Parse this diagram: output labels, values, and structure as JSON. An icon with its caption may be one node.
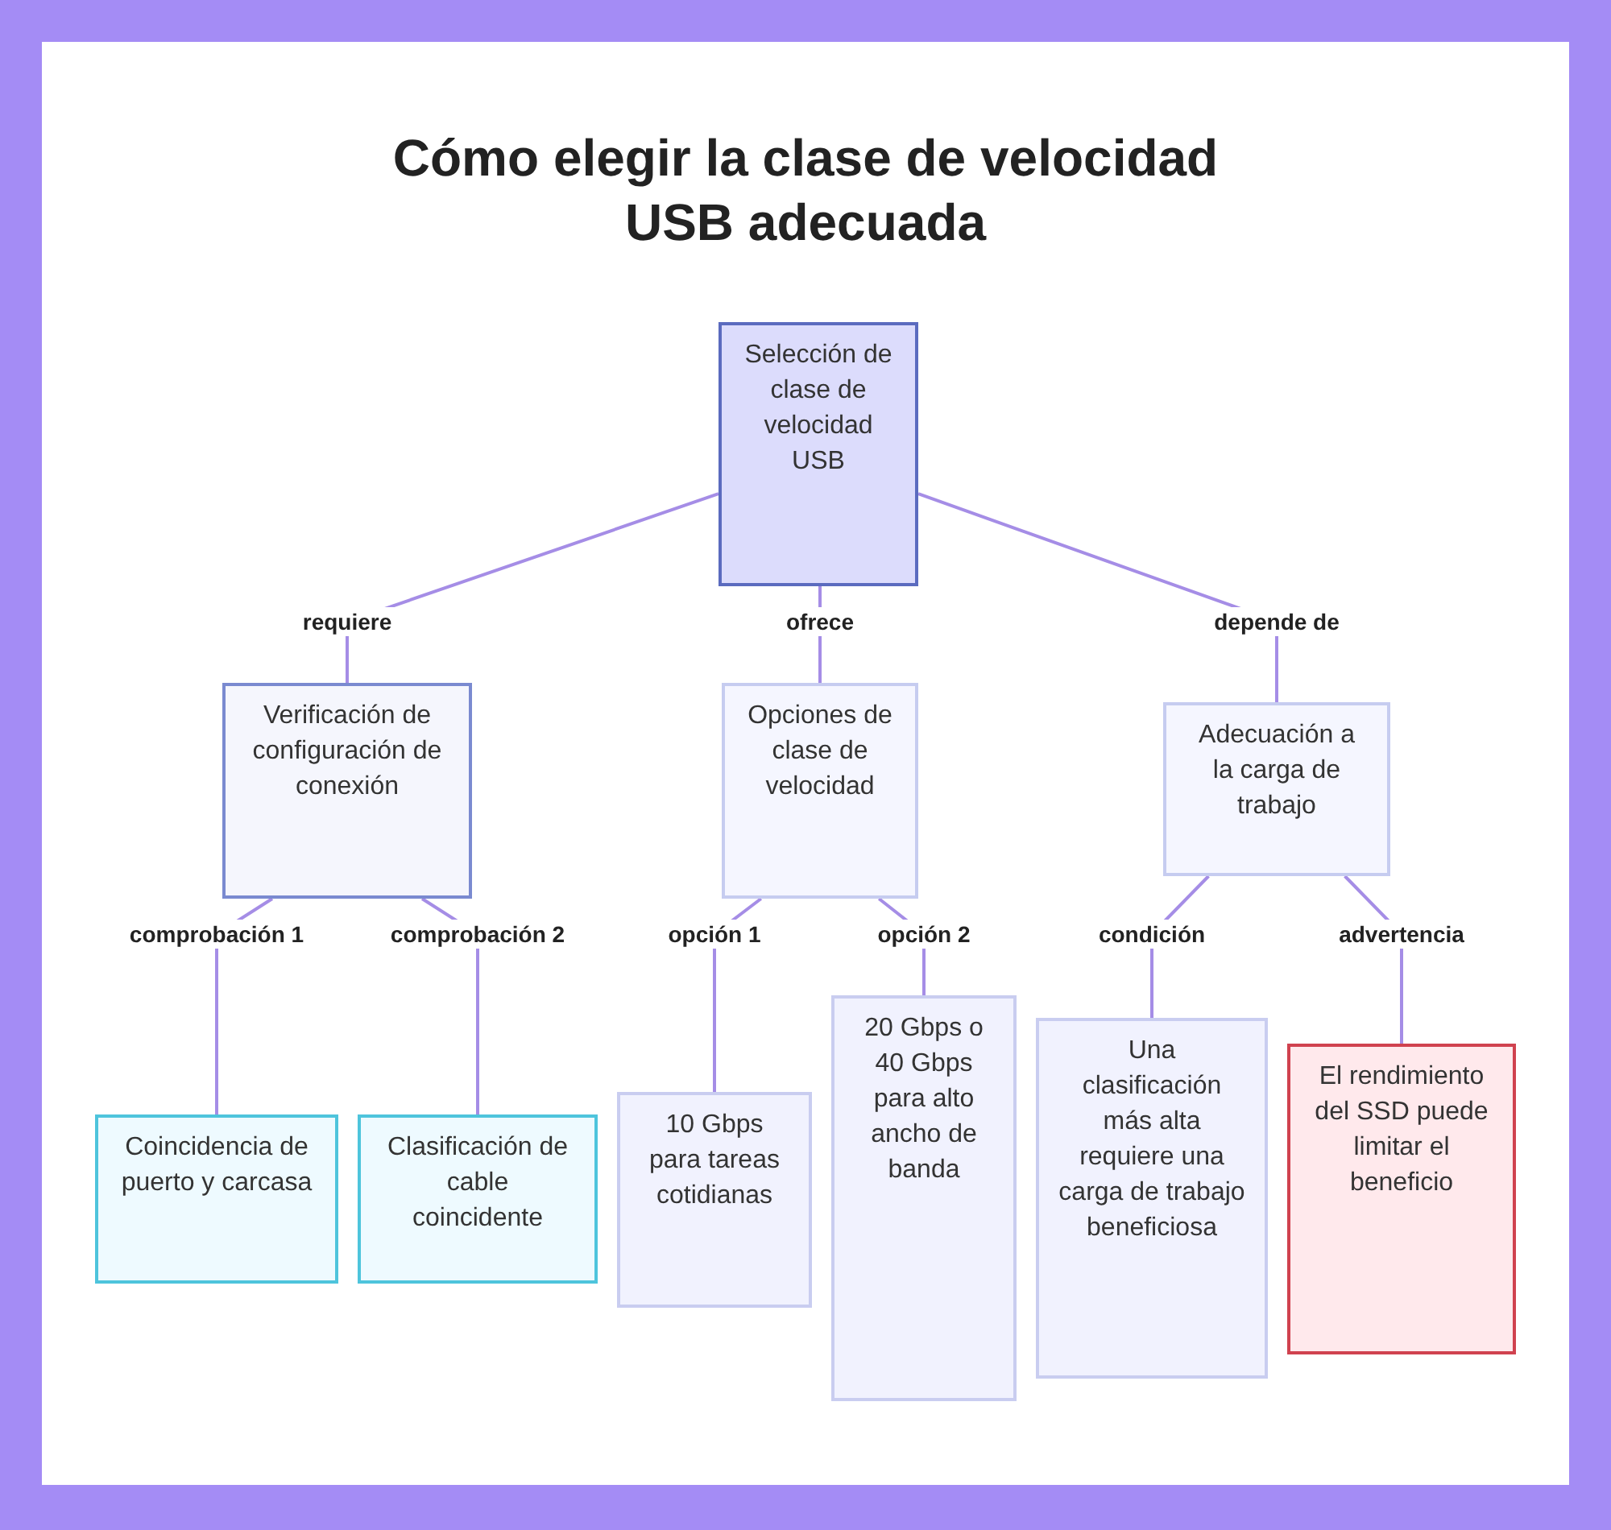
{
  "diagram": {
    "title": "Cómo elegir la clase de velocidad USB adecuada",
    "nodes": [
      {
        "text": [
          "Selección de clase de velocidad USB"
        ]
      },
      {
        "text": [
          "Verificación de configuración de conexión"
        ]
      },
      {
        "text": [
          "Opciones de clase de velocidad"
        ]
      },
      {
        "text": [
          "Adecuación a la carga de trabajo"
        ]
      },
      {
        "text": [
          "Coincidencia de puerto y carcasa"
        ]
      },
      {
        "text": [
          "Clasificación de cable coincidente"
        ]
      },
      {
        "text": [
          "10 Gbps para tareas cotidianas"
        ]
      },
      {
        "text": [
          "20 Gbps o 40 Gbps para alto ancho de banda"
        ]
      },
      {
        "text": [
          "Una clasificación más alta requiere una carga de trabajo beneficiosa"
        ]
      },
      {
        "text": [
          "El rendimiento del SSD puede limitar el beneficio"
        ]
      }
    ],
    "edges": [
      {
        "from": 0,
        "to": 1,
        "arrow": "none",
        "label": "requiere"
      },
      {
        "from": 0,
        "to": 2,
        "arrow": "none",
        "label": "ofrece"
      },
      {
        "from": 0,
        "to": 3,
        "arrow": "none",
        "label": "depende de"
      },
      {
        "from": 1,
        "to": 4,
        "arrow": "none",
        "label": "comprobación 1"
      },
      {
        "from": 1,
        "to": 5,
        "arrow": "none",
        "label": "comprobación 2"
      },
      {
        "from": 2,
        "to": 6,
        "arrow": "none",
        "label": "opción 1"
      },
      {
        "from": 2,
        "to": 7,
        "arrow": "none",
        "label": "opción 2"
      },
      {
        "from": 3,
        "to": 8,
        "arrow": "none",
        "label": "condición"
      },
      {
        "from": 3,
        "to": 9,
        "arrow": "none",
        "label": "advertencia"
      }
    ]
  }
}
